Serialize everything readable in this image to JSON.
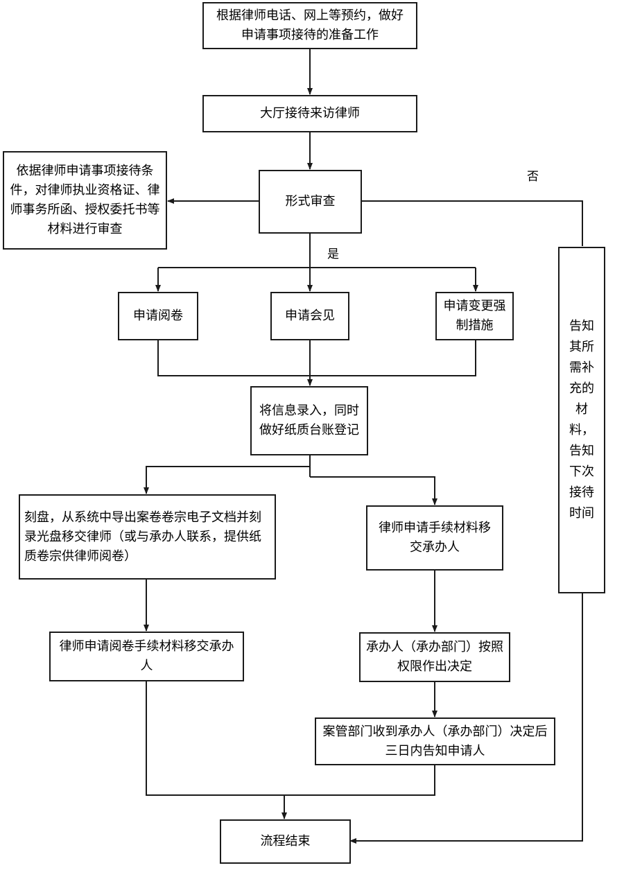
{
  "nodes": {
    "prepare": "根据律师电话、网上等预约，做好申请事项接待的准备工作",
    "reception": "大厅接待来访律师",
    "review": "形式审查",
    "criteria": "依据律师申请事项接待条件，对律师执业资格证、律师事务所函、授权委托书等材料进行审查",
    "read_file": "申请阅卷",
    "meeting": "申请会见",
    "change_measures": "申请变更强制措施",
    "record_info": "将信息录入，同时做好纸质台账登记",
    "burn_disc": "刻盘，从系统中导出案卷卷宗电子文档并刻录光盘移交律师（或与承办人联系，提供纸质卷宗供律师阅卷）",
    "transfer_materials": "律师申请手续材料移交承办人",
    "transfer_read_materials": "律师申请阅卷手续材料移交承办人",
    "handler_decision": "承办人（承办部门）按照权限作出决定",
    "notify_applicant": "案管部门收到承办人（承办部门）决定后三日内告知申请人",
    "notify_supplement": "告知其所需补充的材料，告知下次接待时间",
    "end": "流程结束"
  },
  "labels": {
    "yes": "是",
    "no": "否"
  },
  "colors": {
    "line": "#1a1a1a",
    "box_border": "#1a1a1a",
    "background": "#ffffff"
  }
}
